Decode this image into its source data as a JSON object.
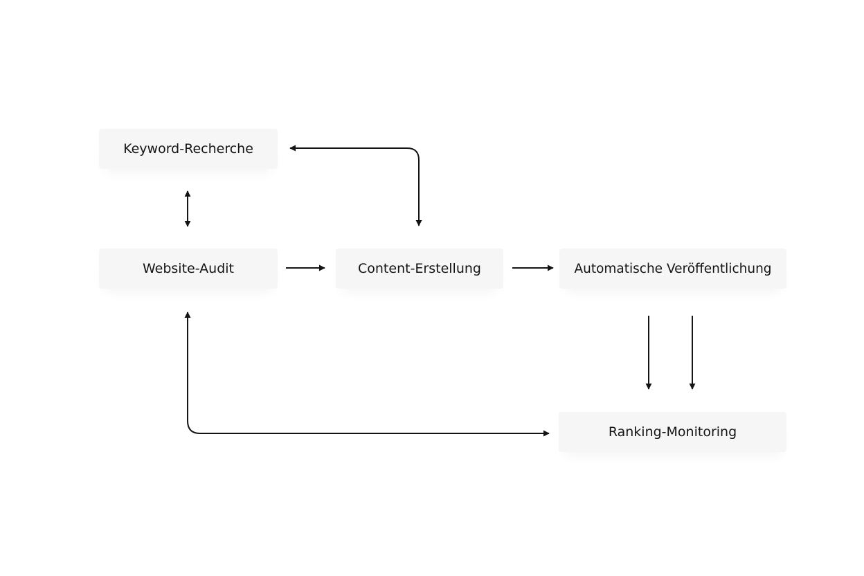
{
  "nodes": {
    "keyword_research": "Keyword-Recherche",
    "website_audit": "Website-Audit",
    "content_creation": "Content-Erstellung",
    "auto_publishing": "Automatische Veröffentlichung",
    "ranking_monitoring": "Ranking-Monitoring"
  },
  "colors": {
    "node_fill": "#f6f6f6",
    "line": "#141414",
    "text": "#141414"
  }
}
